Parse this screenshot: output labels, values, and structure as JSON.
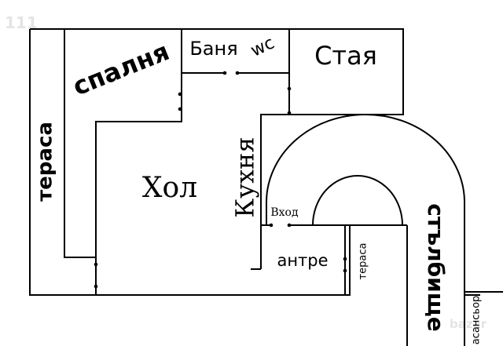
{
  "watermark": {
    "top_left": "111",
    "bottom_right": "bazar"
  },
  "rooms": {
    "bedroom": "спалня",
    "bathroom": "Баня",
    "wc": "wc",
    "room": "Стая",
    "terrace_left": "тераса",
    "hall": "Хол",
    "kitchen": "Кухня",
    "entrance": "Вход",
    "antre": "антре",
    "terrace_small": "тераса",
    "staircase": "стълбище",
    "elevator": "асансьор"
  }
}
